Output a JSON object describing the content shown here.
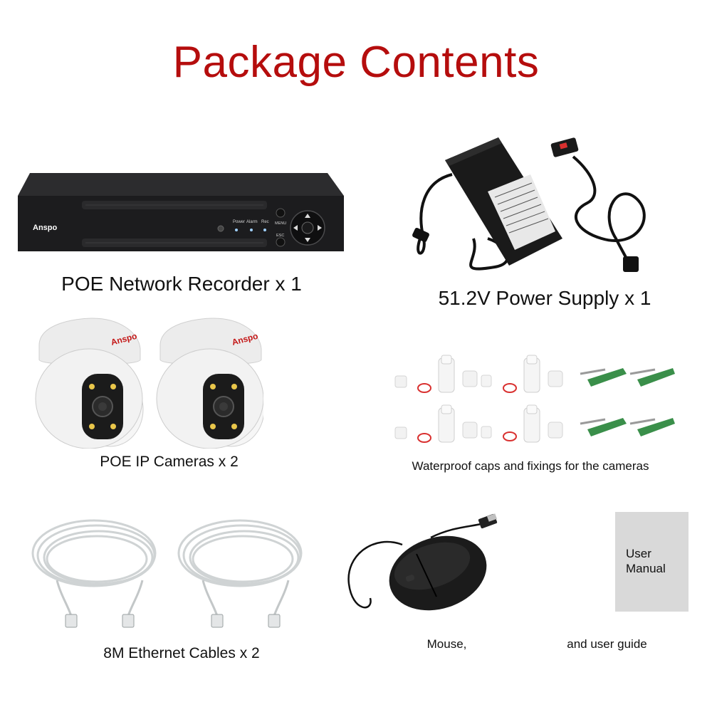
{
  "page": {
    "title": "Package Contents"
  },
  "items": {
    "nvr": {
      "caption": "POE Network Recorder x 1",
      "brand": "Anspo",
      "indicators": [
        "Power",
        "Alarm",
        "Rec"
      ],
      "menu_label": "MENU",
      "esc_label": "ESC"
    },
    "power_supply": {
      "caption": "51.2V Power Supply x 1"
    },
    "cameras": {
      "caption": "POE IP Cameras x 2",
      "brand": "Anspo"
    },
    "fixings": {
      "caption": "Waterproof caps and fixings for the cameras"
    },
    "cables": {
      "caption": "8M Ethernet Cables x 2"
    },
    "mouse": {
      "caption": "Mouse,"
    },
    "manual": {
      "line1": "User",
      "line2": "Manual",
      "caption": "and user guide"
    }
  },
  "colors": {
    "title": "#b50d0d",
    "nvr_body": "#1c1c1e",
    "camera_shell": "#f2f2f2",
    "anchor_green": "#3a8f4a",
    "seal_red": "#d9302f",
    "cable_gray": "#cfd3d4"
  }
}
